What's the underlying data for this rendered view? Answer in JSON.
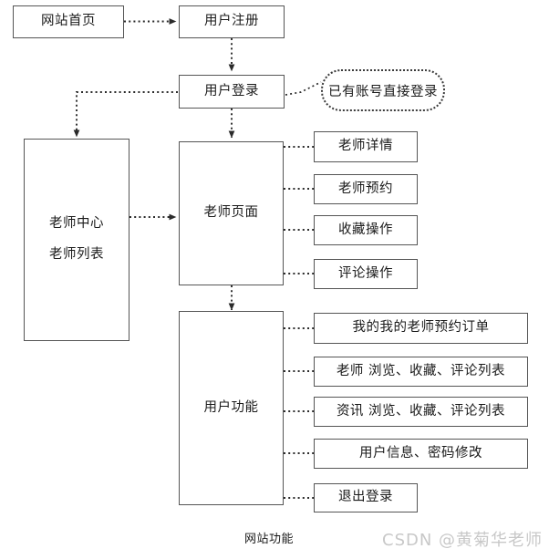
{
  "diagram": {
    "caption": "网站功能",
    "watermark": "CSDN @黄菊华老师",
    "nodes": {
      "home": "网站首页",
      "register": "用户注册",
      "login": "用户登录",
      "login_note": "已有账号直接登录",
      "teacher_center_line1": "老师中心",
      "teacher_center_line2": "老师列表",
      "teacher_page": "老师页面",
      "user_functions": "用户功能"
    },
    "teacher_page_actions": [
      "老师详情",
      "老师预约",
      "收藏操作",
      "评论操作"
    ],
    "user_function_items": [
      "我的我的老师预约订单",
      "老师 浏览、收藏、评论列表",
      "资讯 浏览、收藏、评论列表",
      "用户信息、密码修改",
      "退出登录"
    ],
    "colors": {
      "box_border": "#555555",
      "edge": "#2b2b2b",
      "text": "#1a1a1a",
      "watermark": "#c8c8c8",
      "background": "#ffffff"
    }
  }
}
